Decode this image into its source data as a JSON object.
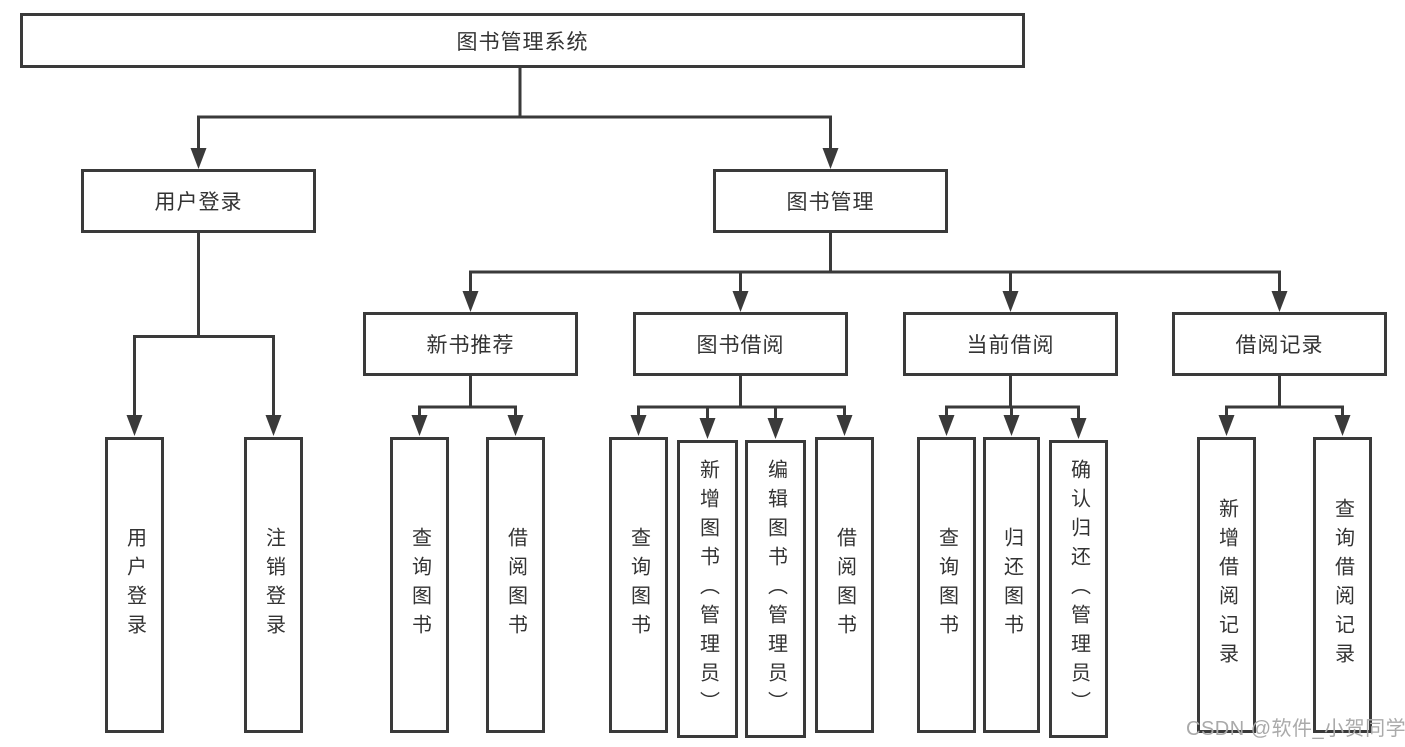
{
  "diagram": {
    "root": {
      "label": "图书管理系统"
    },
    "level2": [
      {
        "label": "用户登录"
      },
      {
        "label": "图书管理"
      }
    ],
    "level3": [
      {
        "label": "新书推荐"
      },
      {
        "label": "图书借阅"
      },
      {
        "label": "当前借阅"
      },
      {
        "label": "借阅记录"
      }
    ],
    "leaves": {
      "user": [
        {
          "label": "用户登录"
        },
        {
          "label": "注销登录"
        }
      ],
      "recommend": [
        {
          "label": "查询图书"
        },
        {
          "label": "借阅图书"
        }
      ],
      "borrow": [
        {
          "label": "查询图书"
        },
        {
          "label": "新增图书（管理员）"
        },
        {
          "label": "编辑图书（管理员）"
        },
        {
          "label": "借阅图书"
        }
      ],
      "current": [
        {
          "label": "查询图书"
        },
        {
          "label": "归还图书"
        },
        {
          "label": "确认归还（管理员）"
        }
      ],
      "record": [
        {
          "label": "新增借阅记录"
        },
        {
          "label": "查询借阅记录"
        }
      ]
    }
  },
  "watermark": {
    "text": "CSDN @软件_小贺同学"
  },
  "colors": {
    "line": "#3a3a3a",
    "text": "#333333",
    "watermark": "#aaaaaa",
    "background": "#ffffff"
  }
}
